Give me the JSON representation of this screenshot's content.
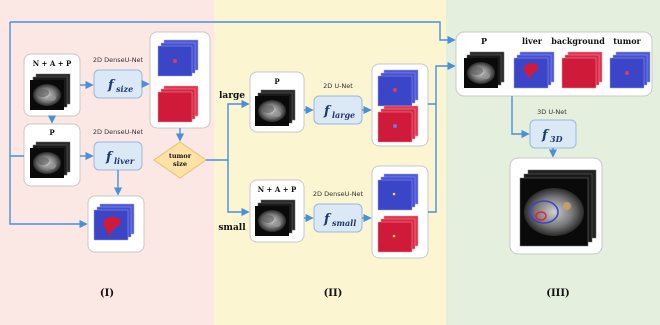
{
  "colors": {
    "panel_I": "#fbe7e4",
    "panel_II": "#fbf5d2",
    "panel_III": "#e4f0dd",
    "arrow": "#4a90d9",
    "module_fill": "#dbe8f6",
    "decision_fill": "#ffe3a6",
    "volume_blue": "#3a46c7",
    "volume_red": "#d01a3a"
  },
  "panels": [
    {
      "label": "(I)"
    },
    {
      "label": "(II)"
    },
    {
      "label": "(III)"
    }
  ],
  "stage1": {
    "input_top_label": "N + A + P",
    "input_bottom_label": "P",
    "net_top_label": "2D DenseU-Net",
    "net_bottom_label": "2D DenseU-Net",
    "f_size": {
      "f": "f",
      "sub": "size"
    },
    "f_liver": {
      "f": "f",
      "sub": "liver"
    },
    "decision_line1": "tumor",
    "decision_line2": "size"
  },
  "stage2": {
    "branch_large": "large",
    "branch_small": "small",
    "input_large_label": "P",
    "input_small_label": "N + A + P",
    "net_large_label": "2D U-Net",
    "net_small_label": "2D DenseU-Net",
    "f_large": {
      "f": "f",
      "sub": "large"
    },
    "f_small": {
      "f": "f",
      "sub": "small"
    }
  },
  "stage3": {
    "input_labels": [
      "P",
      "liver",
      "background",
      "tumor"
    ],
    "net_label": "3D U-Net",
    "f_3d": {
      "f": "f",
      "sub": "3D"
    }
  }
}
